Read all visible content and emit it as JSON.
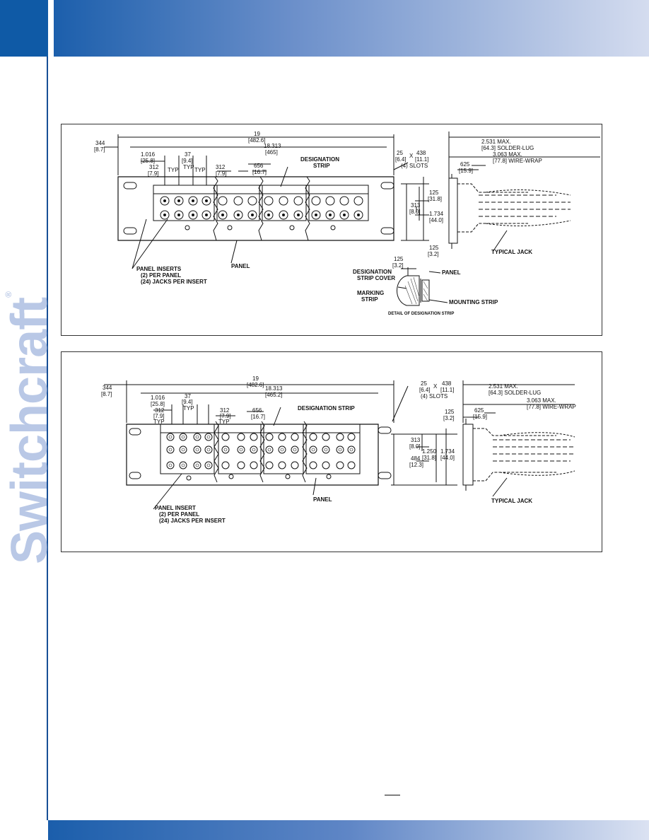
{
  "brand": {
    "name": "Switchcraft",
    "mark": "®"
  },
  "drawing1": {
    "dims": {
      "d344": "344",
      "d344m": "[8.7]",
      "d19": "19",
      "d19m": "[482.6]",
      "d18": "18.313",
      "d18m": "[465]",
      "d1016": "1.016",
      "d1016m": "[25.8]",
      "d37": "37",
      "d37m": "[9.4]",
      "typ1": "TYP",
      "typL": "TYP",
      "typR": "TYP",
      "d312a": "312",
      "d312am": "[7.9]",
      "d312b": "312",
      "d312bm": "[7.9]",
      "d656": "656",
      "d656m": "[16.7]",
      "slots1": "25",
      "slots1m": "[6.4]",
      "slotsx": "X",
      "slots2": "438",
      "slots2m": "[11.1]",
      "slotsn": "(4) SLOTS",
      "d125": "125",
      "d125m": "[31.8]",
      "d313": "313",
      "d313m": "[8.0]",
      "d1734": "1.734",
      "d1734m": "[44.0]",
      "d125b": "125",
      "d125bm": "[3.2]",
      "d2531": "2.531 MAX.",
      "d2531m": "[64.3] SOLDER-LUG",
      "d3063": "3.063 MAX.",
      "d3063m": "[77.8] WIRE-WRAP",
      "d625": "625",
      "d625m": "[15.9]"
    },
    "labels": {
      "designation": "DESIGNATION",
      "strip": "STRIP",
      "panel": "PANEL",
      "inserts1": "PANEL INSERTS",
      "inserts2": "(2) PER PANEL",
      "inserts3": "(24) JACKS PER INSERT",
      "jack": "TYPICAL JACK",
      "det125": "125",
      "det125m": "[3.2]",
      "detcover1": "DESIGNATION",
      "detcover2": "STRIP COVER",
      "detpanel": "PANEL",
      "marking1": "MARKING",
      "marking2": "STRIP",
      "mounting": "MOUNTING STRIP",
      "detail": "DETAIL OF DESIGNATION STRIP"
    }
  },
  "drawing2": {
    "dims": {
      "d344": "344",
      "d344m": "[8.7]",
      "d19": "19",
      "d19m": "[482.6]",
      "d18": "18.313",
      "d18m": "[465.2]",
      "d1016": "1.016",
      "d1016m": "[25.8]",
      "d37": "37",
      "d37m": "[9.4]",
      "typ1": "TYP",
      "d312a": "312",
      "d312am": "[7.9]",
      "typ2": "TYP",
      "d312b": "312",
      "d312bm": "[7.9]",
      "typ3": "TYP",
      "d656": "656",
      "d656m": "[16.7]",
      "slots1": "25",
      "slots1m": "[6.4]",
      "slotsx": "X",
      "slots2": "438",
      "slots2m": "[11.1]",
      "slotsn": "(4) SLOTS",
      "d313": "313",
      "d313m": "[8.0]",
      "d1250": "1.250",
      "d1250m": "[31.8]",
      "d484": "484",
      "d484m": "[12.3]",
      "d1734": "1.734",
      "d1734m": "[44.0]",
      "d125": "125",
      "d125m": "[3.2]",
      "d2531": "2.531 MAX.",
      "d2531m": "[64.3] SOLDER-LUG",
      "d3063": "3.063 MAX.",
      "d3063m": "[77.8] WIRE-WRAP",
      "d625": "625",
      "d625m": "[15.9]"
    },
    "labels": {
      "designation": "DESIGNATION STRIP",
      "panel": "PANEL",
      "insert1": "PANEL INSERT",
      "insert2": "(2) PER PANEL",
      "insert3": "(24) JACKS PER INSERT",
      "jack": "TYPICAL JACK"
    }
  }
}
